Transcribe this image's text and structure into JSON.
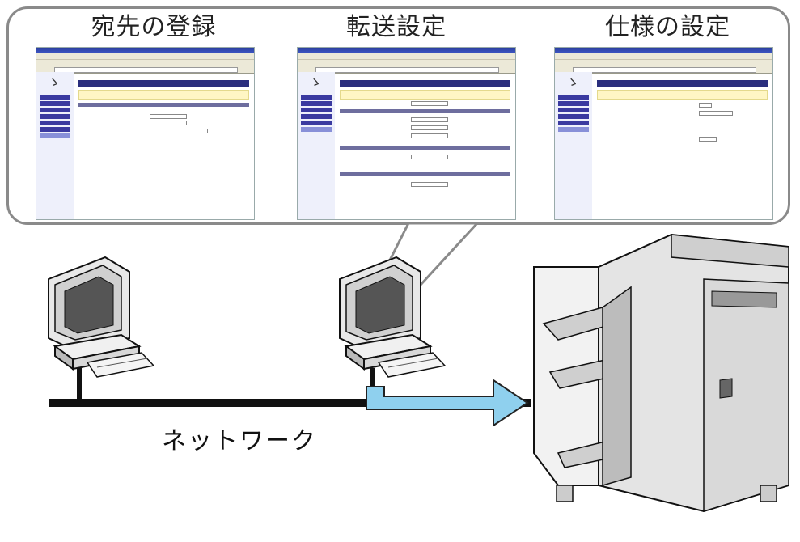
{
  "panels": [
    {
      "title": "宛先の登録"
    },
    {
      "title": "転送設定"
    },
    {
      "title": "仕様の設定"
    }
  ],
  "network_label": "ネットワーク",
  "colors": {
    "bubble_border": "#8a8a8a",
    "arrow_fill": "#8fd0ee",
    "network_line": "#111111"
  },
  "icons": [
    "computer-icon",
    "printer-icon"
  ]
}
